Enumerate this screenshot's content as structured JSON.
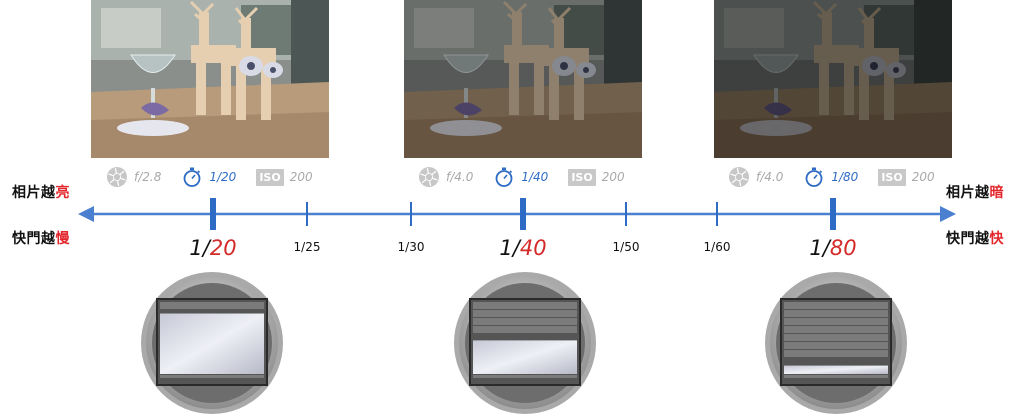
{
  "left_labels": {
    "brighter": {
      "prefix": "相片越",
      "highlight": "亮"
    },
    "slower": {
      "prefix": "快門越",
      "highlight": "慢"
    }
  },
  "right_labels": {
    "darker": {
      "prefix": "相片越",
      "highlight": "暗"
    },
    "faster": {
      "prefix": "快門越",
      "highlight": "快"
    }
  },
  "photos": [
    {
      "aperture": "f/2.8",
      "shutter": "1/20",
      "iso_badge": "ISO",
      "iso": "200",
      "brightness": 1.0
    },
    {
      "aperture": "f/4.0",
      "shutter": "1/40",
      "iso_badge": "ISO",
      "iso": "200",
      "brightness": 0.62
    },
    {
      "aperture": "f/4.0",
      "shutter": "1/80",
      "iso_badge": "ISO",
      "iso": "200",
      "brightness": 0.45
    }
  ],
  "timeline_ticks": [
    {
      "label": "1/20",
      "major": true,
      "num": "1/",
      "den": "20"
    },
    {
      "label": "1/25",
      "major": false
    },
    {
      "label": "1/30",
      "major": false
    },
    {
      "label": "1/40",
      "major": true,
      "num": "1/",
      "den": "40"
    },
    {
      "label": "1/50",
      "major": false
    },
    {
      "label": "1/60",
      "major": false
    },
    {
      "label": "1/80",
      "major": true,
      "num": "1/",
      "den": "80"
    }
  ],
  "shutter_open_fraction": [
    0.72,
    0.4,
    0.1
  ],
  "colors": {
    "axis": "#4a80cf",
    "highlight": "#e3252c",
    "shutter_blue": "#2e6bc4",
    "muted": "#a9a9a9"
  }
}
